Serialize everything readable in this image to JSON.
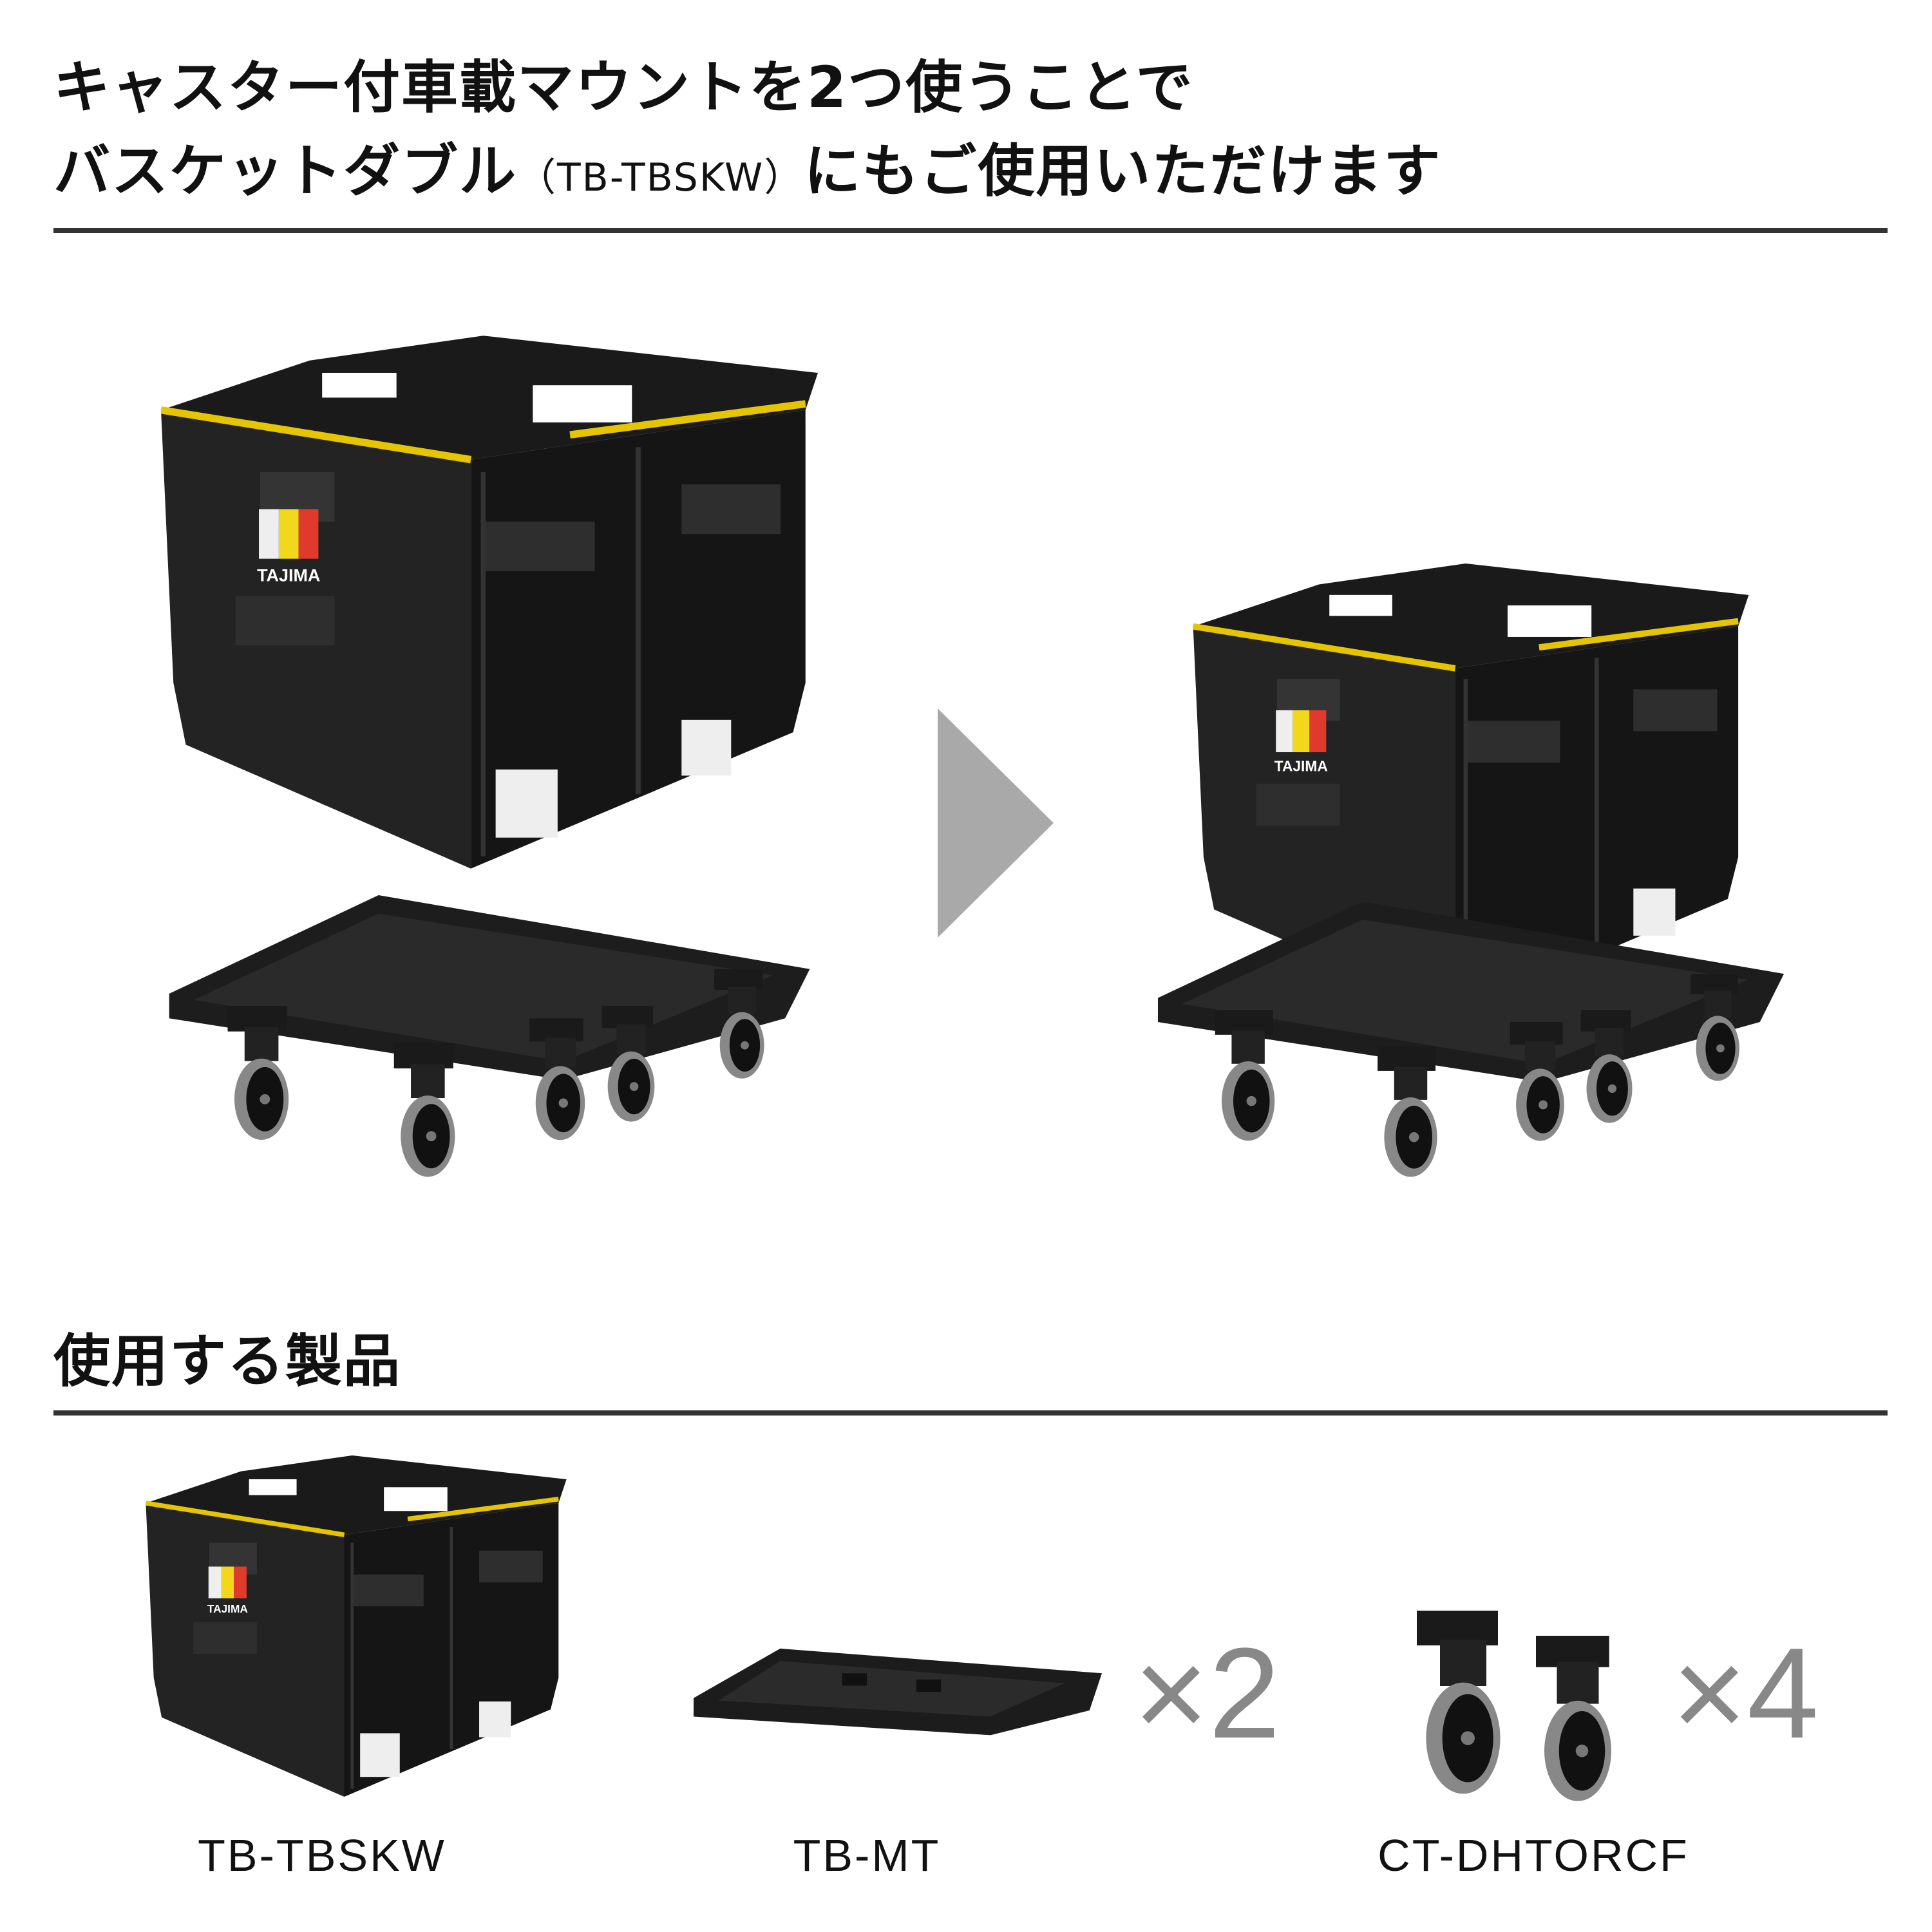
{
  "header": {
    "line1": "キャスター付車載マウントを2つ使うことで",
    "line2_prefix": "バスケットダブル",
    "line2_model": "（TB-TBSKW）",
    "line2_suffix": "にもご使用いただけます"
  },
  "illustration": {
    "arrow_icon": "triangle-right-arrow",
    "arrow_color": "#a9a9a9",
    "brand_colors": [
      "#f2d81c",
      "#e03a2c",
      "#ffffff"
    ],
    "brand_logo_text": "TAJIMA"
  },
  "products_section": {
    "heading": "使用する製品",
    "items": [
      {
        "model": "TB-TBSKW",
        "quantity": ""
      },
      {
        "model": "TB-MT",
        "quantity": "×2"
      },
      {
        "model": "CT-DHTORCF",
        "quantity": "×4"
      }
    ]
  }
}
